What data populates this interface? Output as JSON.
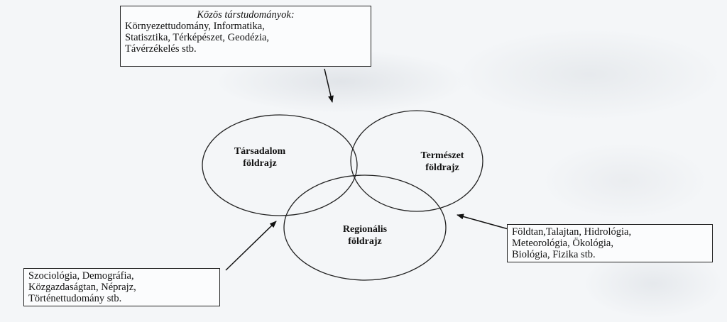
{
  "boxes": {
    "top": {
      "heading": "Közös társtudományok:",
      "lines": [
        "Környezettudomány,   Informatika,",
        "Statisztika, Térképészet, Geodézia,",
        "Távérzékelés stb."
      ]
    },
    "right": {
      "lines": [
        "Földtan,Talajtan, Hidrológia,",
        "Meteorológia, Ökológia,",
        "Biológia, Fizika stb."
      ]
    },
    "left": {
      "lines": [
        "Szociológia, Demográfia,",
        "Közgazdaságtan, Néprajz,",
        "Történettudomány stb."
      ]
    }
  },
  "circles": {
    "tarsadalom": [
      "Társadalom",
      "földrajz"
    ],
    "termeszet": [
      "Természet",
      "földrajz"
    ],
    "regionalis": [
      "Regionális",
      "földrajz"
    ]
  }
}
